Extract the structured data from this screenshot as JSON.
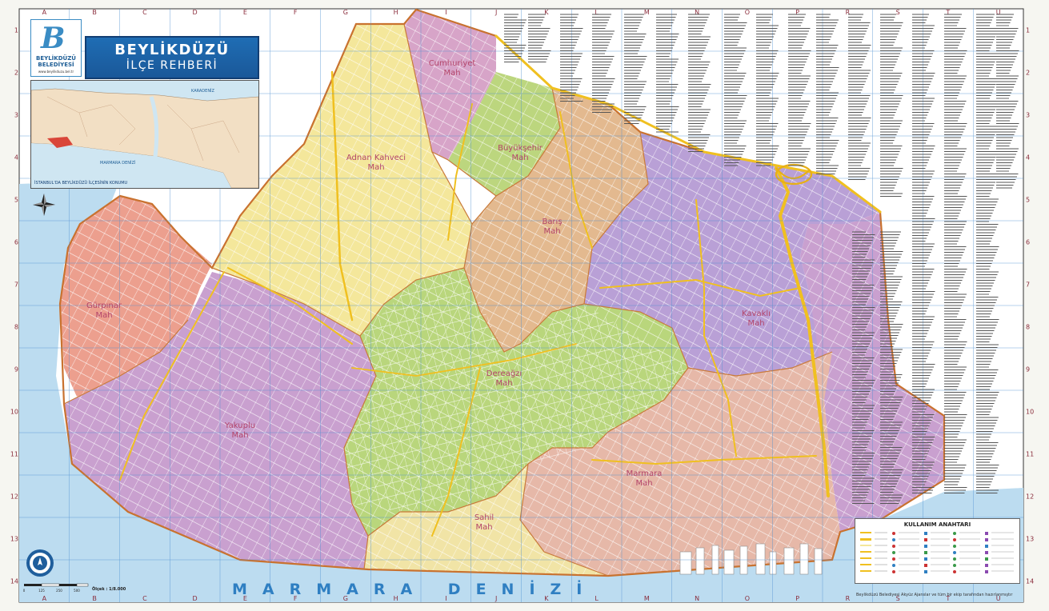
{
  "title": {
    "main": "BEYLİKDÜZÜ",
    "sub": "İLÇE REHBERİ"
  },
  "brand": {
    "logo_letter": "B",
    "name_line1": "BEYLİKDÜZÜ",
    "name_line2": "BELEDİYESİ",
    "url": "www.beylikduzu.bel.tr"
  },
  "inset_map": {
    "sea_north": "KARADENİZ",
    "sea_south": "MARMARA DENİZİ",
    "caption": "İSTANBUL'DA BEYLİKDÜZÜ İLÇESİNİN KONUMU"
  },
  "neighborhoods": [
    {
      "id": "cumhuriyet",
      "name": "Cumhuriyet Mah",
      "color": "#d7a4c8"
    },
    {
      "id": "adnan",
      "name": "Adnan Kahveci Mah",
      "color": "#f4e79b"
    },
    {
      "id": "buyuksehir",
      "name": "Büyükşehir Mah",
      "color": "#bcd67e"
    },
    {
      "id": "barismahallesi",
      "name": "Barış Mah",
      "color": "#e3b98f"
    },
    {
      "id": "gurpinar",
      "name": "Gürpınar Mah",
      "color": "#ec9f8e"
    },
    {
      "id": "yakuplu",
      "name": "Yakuplu Mah",
      "color": "#c9a0cf"
    },
    {
      "id": "kavakli",
      "name": "Kavaklı Mah",
      "color": "#b9a0d6"
    },
    {
      "id": "dereagzi",
      "name": "Dereağzı Mah",
      "color": "#b9d67c"
    },
    {
      "id": "marmara",
      "name": "Marmara Mah",
      "color": "#e6b8a8"
    },
    {
      "id": "sahil",
      "name": "Sahil Mah",
      "color": "#f1e4a6"
    }
  ],
  "sea_label": "MARMARA DENİZİ",
  "grid": {
    "columns": [
      "A",
      "B",
      "C",
      "D",
      "E",
      "F",
      "G",
      "H",
      "I",
      "J",
      "K",
      "L",
      "M",
      "N",
      "O",
      "P",
      "R",
      "S",
      "T",
      "U"
    ],
    "rows": [
      "1",
      "2",
      "3",
      "4",
      "5",
      "6",
      "7",
      "8",
      "9",
      "10",
      "11",
      "12",
      "13",
      "14"
    ]
  },
  "legend": {
    "title": "KULLANIM ANAHTARI",
    "note": "Beylikdüzü Belediyesi Akyüz Ajanslar ve tüm bir ekip tarafından hazırlanmıştır"
  },
  "scale": {
    "label": "Ölçek : 1/8.000",
    "ticks": [
      "0",
      "125",
      "250",
      "500"
    ]
  },
  "colors": {
    "sea": "#bcdcf0",
    "grid": "#4d8fd1",
    "road_main": "#f0c020",
    "border": "#c9722f",
    "title_blue": "#1f6db4"
  }
}
